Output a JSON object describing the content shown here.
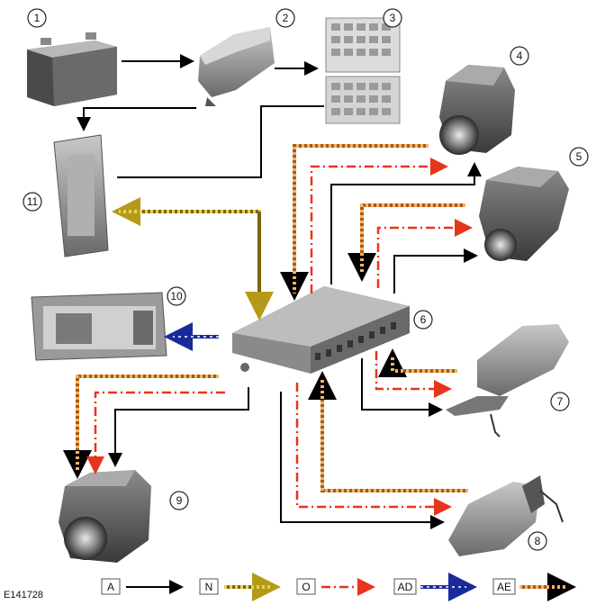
{
  "figure_ref": "E141728",
  "callouts": [
    "1",
    "2",
    "3",
    "4",
    "5",
    "6",
    "7",
    "8",
    "9",
    "10",
    "11"
  ],
  "components": [
    {
      "id": "1",
      "name": "battery"
    },
    {
      "id": "2",
      "name": "bjb"
    },
    {
      "id": "3",
      "name": "fuse-box"
    },
    {
      "id": "4",
      "name": "front-camera"
    },
    {
      "id": "5",
      "name": "rear-camera"
    },
    {
      "id": "6",
      "name": "camera-module"
    },
    {
      "id": "7",
      "name": "right-mirror-camera"
    },
    {
      "id": "8",
      "name": "left-mirror-camera"
    },
    {
      "id": "9",
      "name": "side-camera"
    },
    {
      "id": "10",
      "name": "display-unit"
    },
    {
      "id": "11",
      "name": "control-module"
    }
  ],
  "legend": [
    {
      "code": "A",
      "style": "solid",
      "color": "#000000"
    },
    {
      "code": "N",
      "style": "dotted",
      "color": "#b59a1a"
    },
    {
      "code": "O",
      "style": "dash-dot",
      "color": "#e8341c"
    },
    {
      "code": "AD",
      "style": "dotted",
      "color": "#1a2a9a"
    },
    {
      "code": "AE",
      "style": "dotted",
      "color": "#e08a2a"
    }
  ],
  "colors": {
    "power": "#000000",
    "can": "#b59a1a",
    "video": "#e8341c",
    "lvds": "#1a2a9a",
    "ctrl": "#e08a2a",
    "part_dark": "#5a5a5a",
    "part_mid": "#9a9a9a",
    "part_light": "#d0d0d0"
  }
}
